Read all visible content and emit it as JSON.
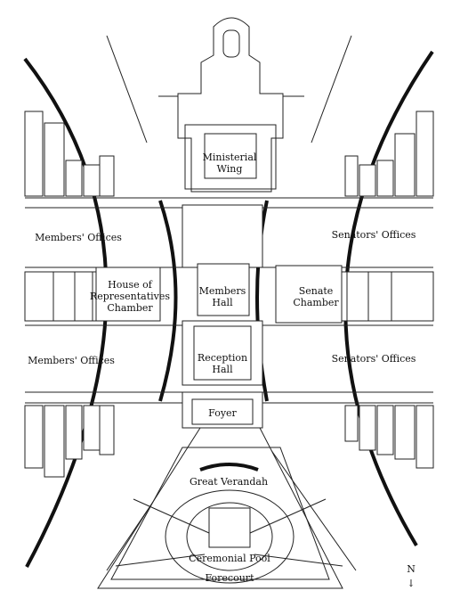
{
  "labels": {
    "ministerial_wing_1": "Ministerial",
    "ministerial_wing_2": "Wing",
    "members_offices_north": "Members' Offices",
    "senators_offices_north": "Senators' Offices",
    "house_1": "House of",
    "house_2": "Representatives",
    "house_3": "Chamber",
    "members_hall_1": "Members",
    "members_hall_2": "Hall",
    "senate_1": "Senate",
    "senate_2": "Chamber",
    "members_offices_south": "Members' Offices",
    "reception_1": "Reception",
    "reception_2": "Hall",
    "senators_offices_south": "Senators' Offices",
    "foyer": "Foyer",
    "great_verandah": "Great Verandah",
    "ceremonial_pool": "Ceremonial Pool",
    "forecourt": "Forecourt"
  },
  "north_arrow": {
    "letter": "N",
    "arrow": "↓"
  }
}
